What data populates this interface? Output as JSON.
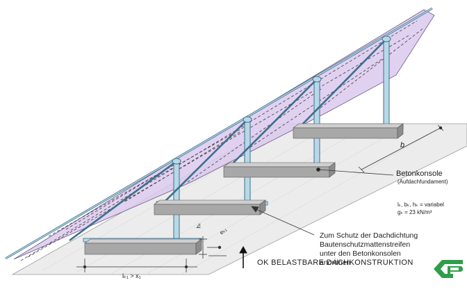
{
  "labels": {
    "betonkonsole": "Betonkonsole",
    "aufdach": "(Aufdachfundament)",
    "spec1": "lₖ, bₖ, hₖ = variabel",
    "spec2": "gₖ = 23 kN/m³",
    "note": [
      "Zum Schutz der Dachdichtung",
      "Bautenschutzmattenstreifen",
      "unter den Betonkonsolen",
      "anordnen"
    ],
    "ok": "OK BELASTBARE DACHKONSTRUKTION",
    "dim_b": "b",
    "dim_bottom": "lₖ₁ > x₁",
    "dim_hk": "hₖ",
    "dim_ek": "eₖ₁"
  },
  "colors": {
    "panel_fill": "#dcc9ef",
    "panel_edge": "#6a5a80",
    "frame_steel": "#b8d8e8",
    "frame_edge": "#3d6f89",
    "foundation_fill": "#a8a8a8",
    "foundation_top": "#cfcfcf",
    "roof_fill": "#ececec",
    "logo_green": "#2f9e4b"
  },
  "logo": {
    "icon": "company-logo-icon"
  }
}
